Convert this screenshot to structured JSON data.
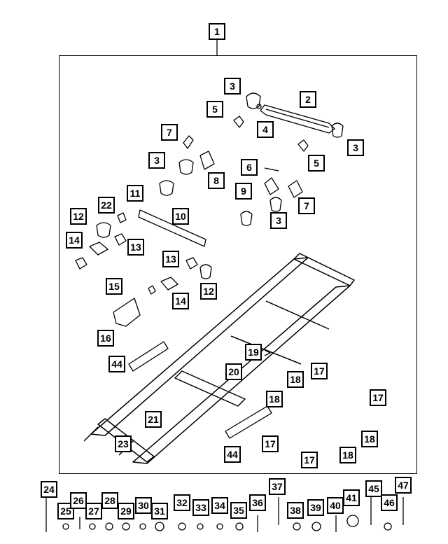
{
  "diagram": {
    "assembly_callout": "1",
    "callouts": [
      "2",
      "3",
      "4",
      "5",
      "6",
      "7",
      "8",
      "9",
      "10",
      "11",
      "12",
      "13",
      "14",
      "15",
      "16",
      "17",
      "18",
      "19",
      "20",
      "21",
      "22",
      "23",
      "24",
      "25",
      "26",
      "27",
      "28",
      "29",
      "30",
      "31",
      "32",
      "33",
      "34",
      "35",
      "36",
      "37",
      "38",
      "39",
      "40",
      "41",
      "44",
      "45",
      "46",
      "47"
    ]
  },
  "colors": {
    "line": "#000000",
    "background": "#ffffff"
  }
}
